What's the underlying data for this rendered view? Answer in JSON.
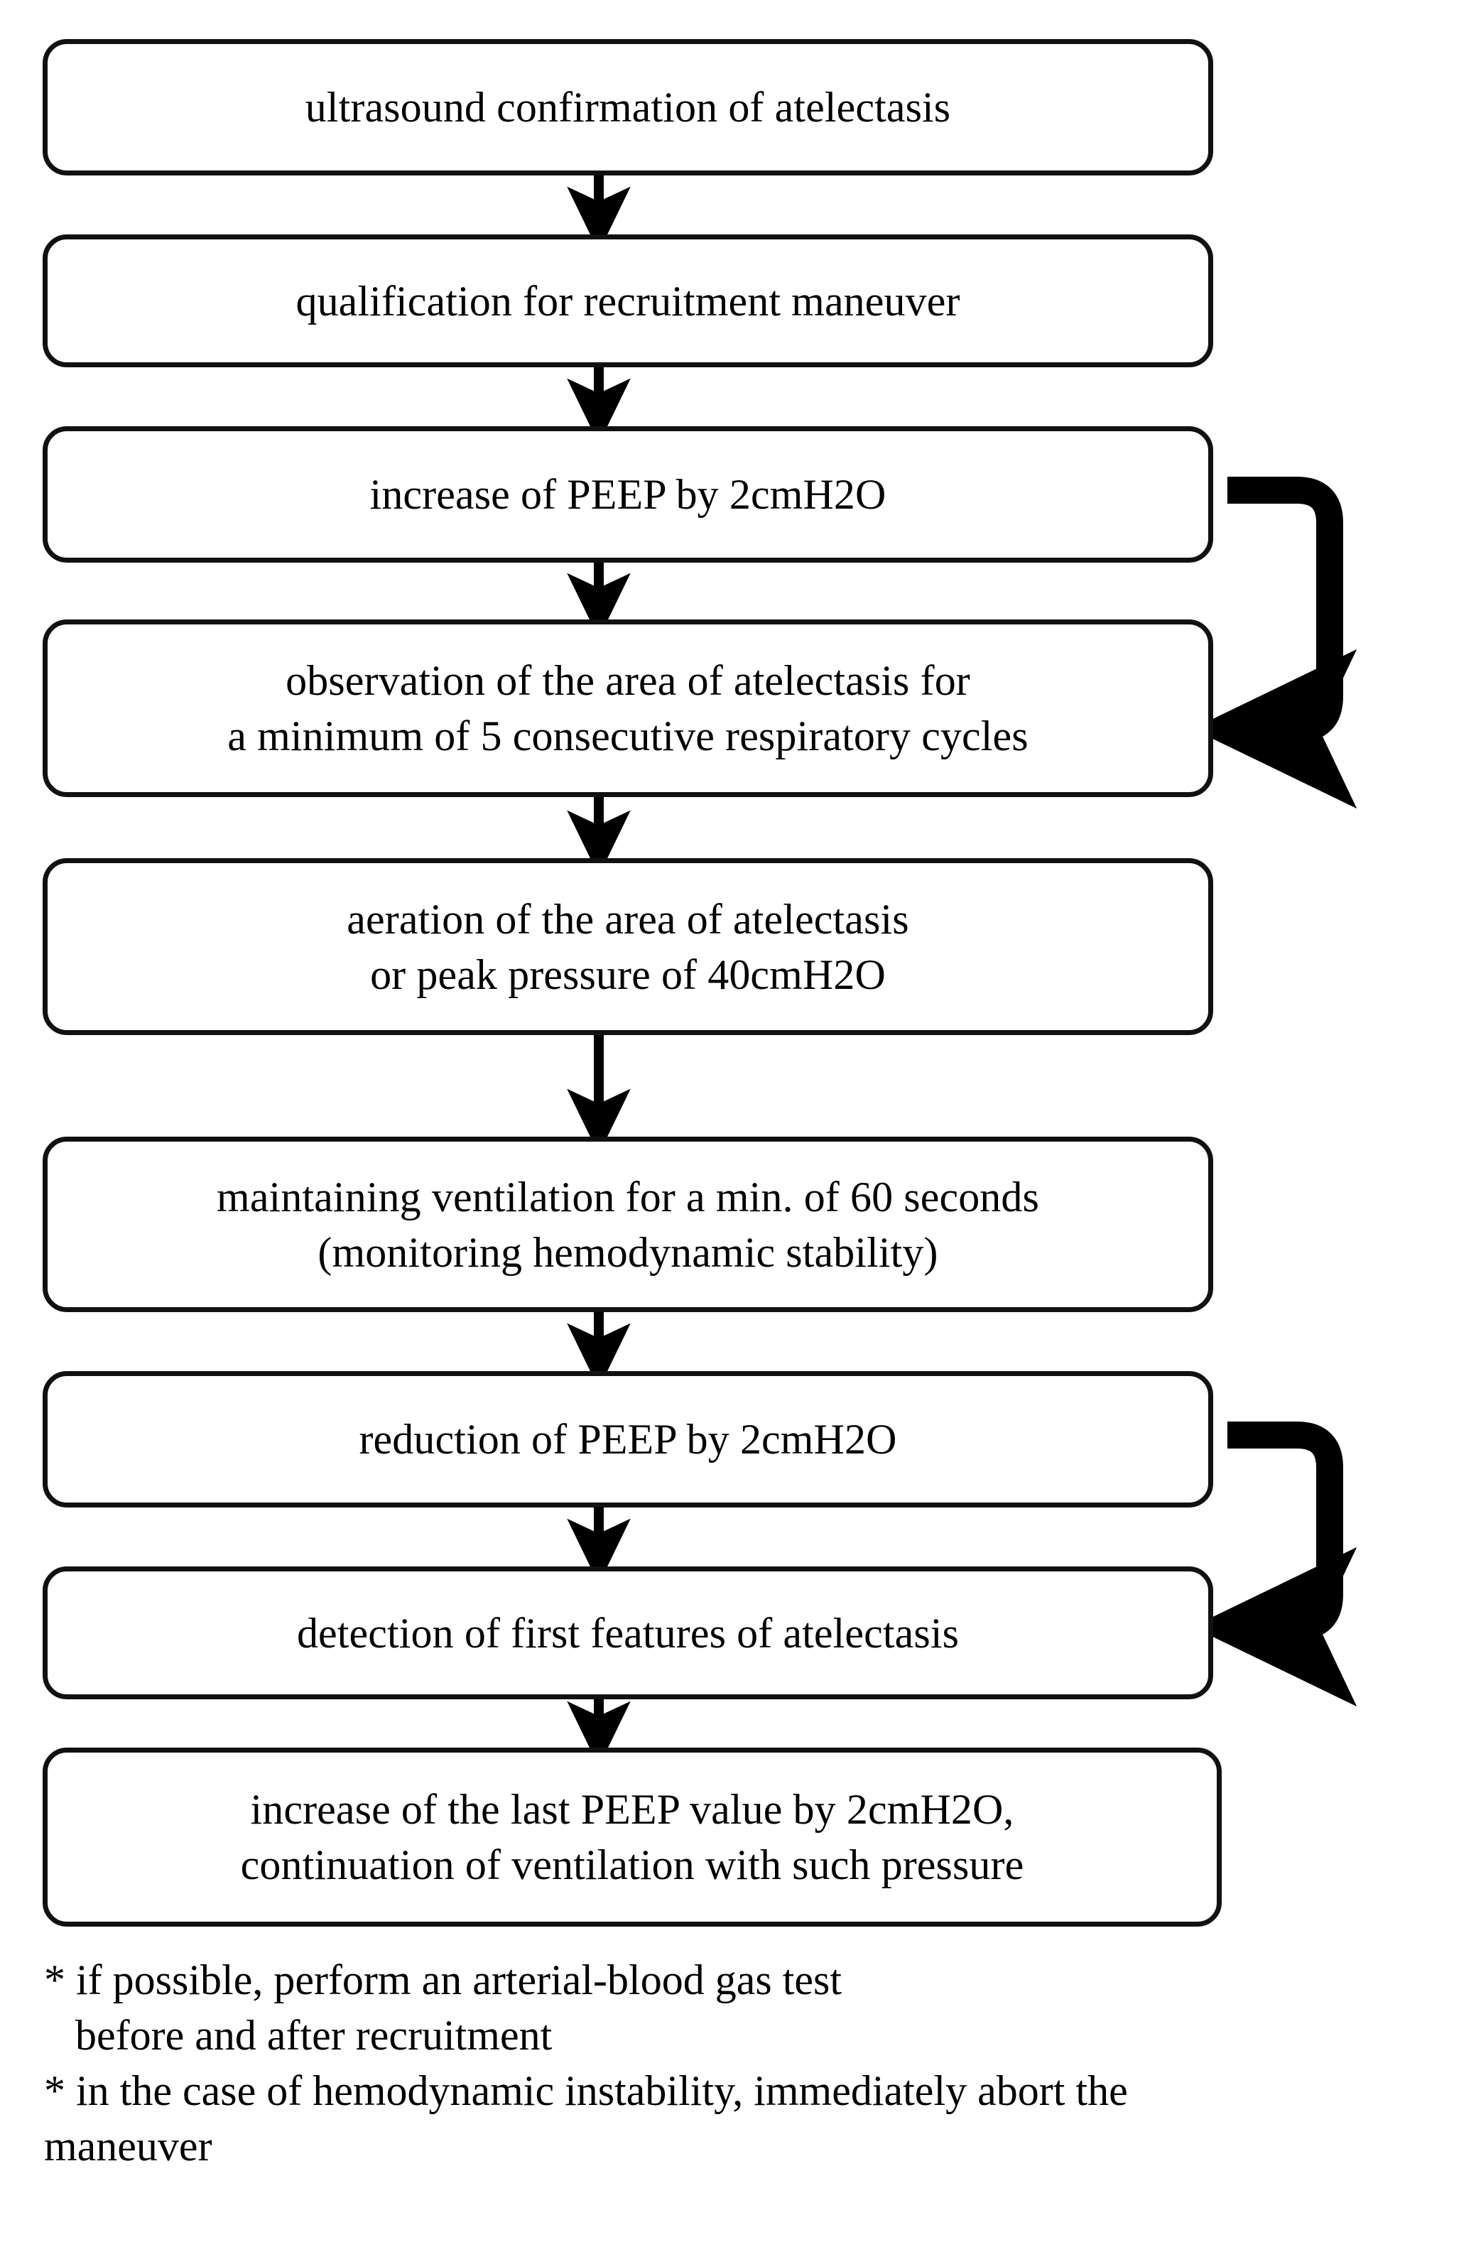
{
  "diagram": {
    "title": "lung recruitment maneuver flowchart",
    "type": "flowchart",
    "orientation": "vertical",
    "colors": {
      "background": "#ffffff",
      "box_border": "#111111",
      "box_fill": "#ffffff",
      "text": "#000000",
      "arrow": "#000000"
    },
    "nodes": [
      {
        "id": "n1",
        "name": "ultrasound-confirmation",
        "lines": [
          "ultrasound confirmation of atelectasis"
        ]
      },
      {
        "id": "n2",
        "name": "qualification-for-recruitment",
        "lines": [
          "qualification for recruitment maneuver"
        ]
      },
      {
        "id": "n3",
        "name": "increase-peep",
        "lines": [
          "increase of PEEP by 2cmH2O"
        ]
      },
      {
        "id": "n4",
        "name": "observation-of-atelectasis-area",
        "lines": [
          "observation of the area of atelectasis for",
          "a minimum of 5 consecutive respiratory cycles"
        ]
      },
      {
        "id": "n5",
        "name": "aeration-or-peak-pressure",
        "lines": [
          "aeration of the area of atelectasis",
          "or peak pressure of 40cmH2O"
        ]
      },
      {
        "id": "n6",
        "name": "maintaining-ventilation",
        "lines": [
          "maintaining ventilation for a min. of 60 seconds",
          "(monitoring hemodynamic stability)"
        ]
      },
      {
        "id": "n7",
        "name": "reduction-peep",
        "lines": [
          "reduction of PEEP by 2cmH2O"
        ]
      },
      {
        "id": "n8",
        "name": "detection-first-features",
        "lines": [
          "detection of first features of atelectasis"
        ]
      },
      {
        "id": "n9",
        "name": "increase-last-peep-value",
        "lines": [
          "increase of the last PEEP value by 2cmH2O,",
          "continuation of ventilation with such pressure"
        ]
      }
    ],
    "edges": [
      {
        "name": "arrow-n1-n2",
        "from": "n1",
        "to": "n2",
        "kind": "straight-down"
      },
      {
        "name": "arrow-n2-n3",
        "from": "n2",
        "to": "n3",
        "kind": "straight-down"
      },
      {
        "name": "arrow-n3-n4",
        "from": "n3",
        "to": "n4",
        "kind": "straight-down"
      },
      {
        "name": "arrow-n4-n5",
        "from": "n4",
        "to": "n5",
        "kind": "straight-down"
      },
      {
        "name": "arrow-n5-n6",
        "from": "n5",
        "to": "n6",
        "kind": "straight-down"
      },
      {
        "name": "arrow-n6-n7",
        "from": "n6",
        "to": "n7",
        "kind": "straight-down"
      },
      {
        "name": "arrow-n7-n8",
        "from": "n7",
        "to": "n8",
        "kind": "straight-down"
      },
      {
        "name": "arrow-n8-n9",
        "from": "n8",
        "to": "n9",
        "kind": "straight-down"
      },
      {
        "name": "loop-arrow-n3-n4",
        "from": "n3",
        "to": "n4",
        "kind": "loop-right"
      },
      {
        "name": "loop-arrow-n7-n8",
        "from": "n7",
        "to": "n8",
        "kind": "loop-right"
      }
    ],
    "footnotes": [
      {
        "name": "footnote-arterial-blood-gas",
        "marker": "*",
        "lines": [
          "* if possible, perform an arterial-blood gas test",
          "before and after recruitment"
        ]
      },
      {
        "name": "footnote-hemodynamic-instability",
        "marker": "*",
        "lines": [
          "* in the case of hemodynamic instability, immediately abort the",
          "maneuver"
        ]
      }
    ]
  }
}
